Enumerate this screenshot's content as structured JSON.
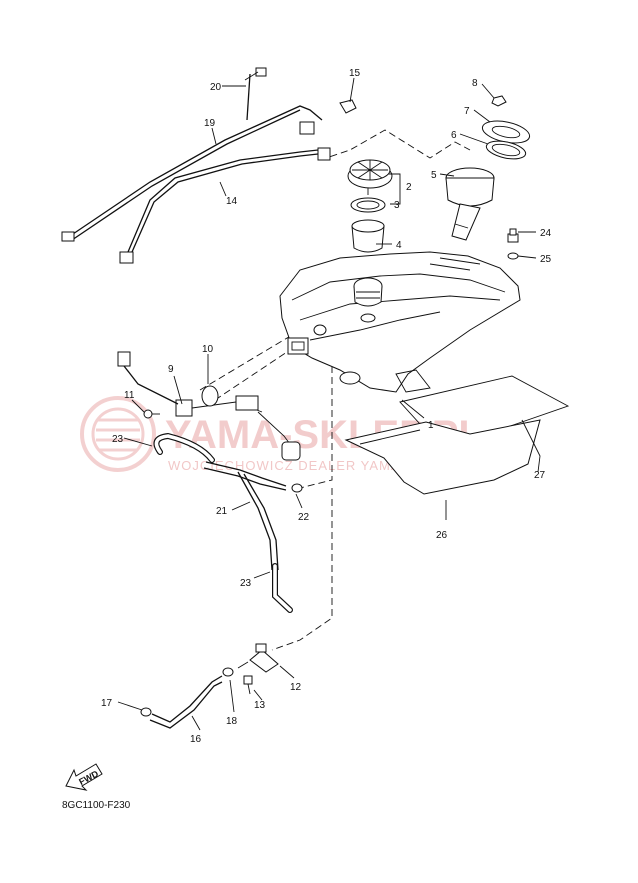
{
  "diagram_code": "8GC1100-F230",
  "fwd_label": "FWD",
  "watermark": {
    "brand": "YAMA-SKLEP.PL",
    "sub": "WOJCIECHOWICZ DEALER YAMAHA"
  },
  "parts": [
    "1",
    "2",
    "3",
    "4",
    "5",
    "6",
    "7",
    "8",
    "9",
    "10",
    "11",
    "12",
    "13",
    "14",
    "15",
    "16",
    "17",
    "18",
    "19",
    "20",
    "21",
    "22",
    "23",
    "24",
    "25",
    "26",
    "27"
  ],
  "colors": {
    "line": "#111111",
    "watermark": "#e9a3a3",
    "background": "#ffffff"
  }
}
